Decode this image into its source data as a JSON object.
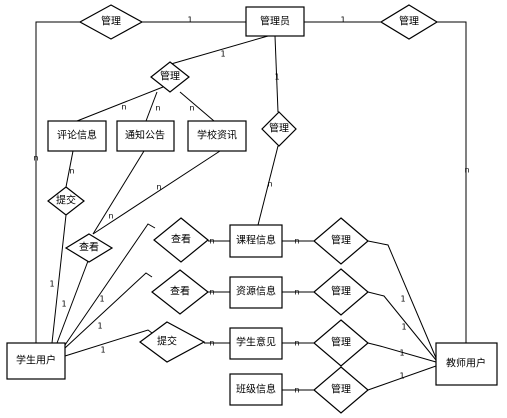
{
  "entities": {
    "admin": "管理员",
    "student_user": "学生用户",
    "teacher_user": "教师用户",
    "comment_info": "评论信息",
    "notice": "通知公告",
    "school_news": "学校资讯",
    "course_info": "课程信息",
    "resource_info": "资源信息",
    "student_opinion": "学生意见",
    "class_info": "班级信息"
  },
  "relationships": {
    "manage_admin_student": "管理",
    "manage_admin_teacher": "管理",
    "manage_admin_content": "管理",
    "manage_admin_course": "管理",
    "submit_comment": "提交",
    "view_content": "查看",
    "view_course": "查看",
    "view_resource": "查看",
    "submit_opinion": "提交",
    "manage_teacher_course": "管理",
    "manage_teacher_resource": "管理",
    "manage_teacher_opinion": "管理",
    "manage_teacher_class": "管理"
  },
  "cardinality": {
    "one": "1",
    "many": "n"
  }
}
